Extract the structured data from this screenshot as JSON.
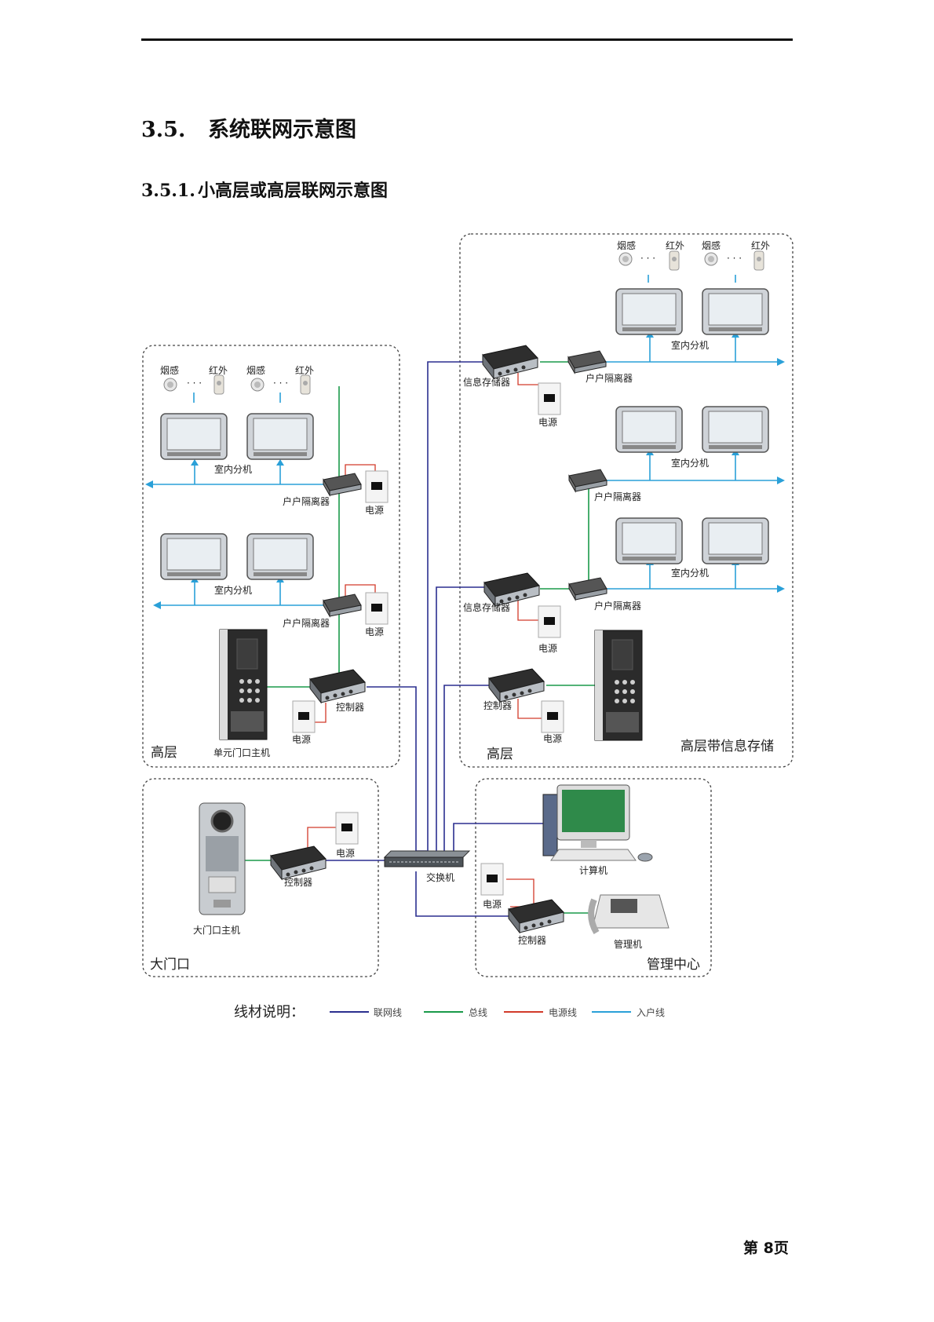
{
  "heading": {
    "number": "3.5.",
    "title": "系统联网示意图"
  },
  "subheading": {
    "number": "3.5.1.",
    "title": "小高层或高层联网示意图"
  },
  "labels": {
    "smoke": "烟感",
    "infrared": "红外",
    "indoor_unit": "室内分机",
    "isolator": "户户隔离器",
    "power": "电源",
    "controller": "控制器",
    "unit_door_station": "单元门口主机",
    "info_storage": "信息存储器",
    "switch": "交换机",
    "computer": "计算机",
    "manager_unit": "管理机",
    "gate_station": "大门口主机"
  },
  "zones": {
    "left_high_rise": "高层",
    "right_high_rise": "高层",
    "right_storage": "高层带信息存储",
    "gate": "大门口",
    "management": "管理中心"
  },
  "legend": {
    "title": "线材说明：",
    "items": [
      {
        "label": "联网线",
        "color": "#2b2f8f"
      },
      {
        "label": "总线",
        "color": "#1a9a4a"
      },
      {
        "label": "电源线",
        "color": "#d23a2a"
      },
      {
        "label": "入户线",
        "color": "#2aa0d8"
      }
    ]
  },
  "footer": {
    "page": "第 8页"
  }
}
